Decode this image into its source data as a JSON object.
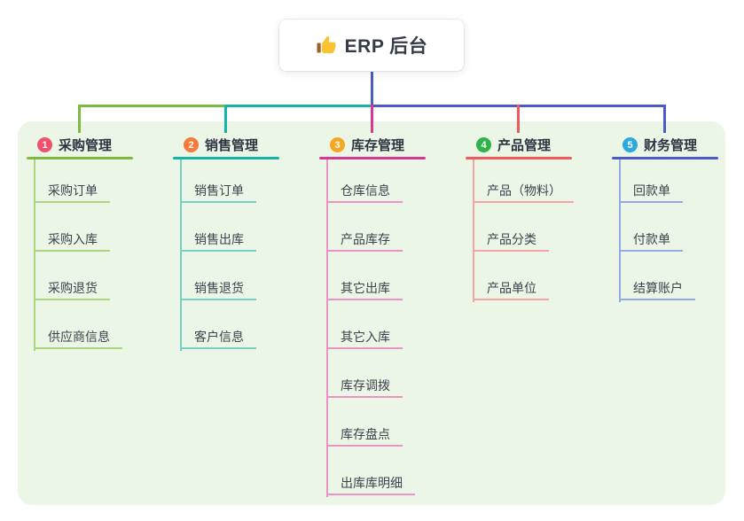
{
  "root": {
    "label": "ERP 后台",
    "icon": "thumbs-up",
    "line_color": "#4b5bc7"
  },
  "panel": {
    "background": "#ecf6e7"
  },
  "branches": [
    {
      "num": "1",
      "label": "采购管理",
      "badge_color": "#f0506c",
      "line_color": "#7dba3f",
      "child_line_color": "#a9d67e",
      "children": [
        "采购订单",
        "采购入库",
        "采购退货",
        "供应商信息"
      ]
    },
    {
      "num": "2",
      "label": "销售管理",
      "badge_color": "#f67a3c",
      "line_color": "#14b4a7",
      "child_line_color": "#74d1c6",
      "children": [
        "销售订单",
        "销售出库",
        "销售退货",
        "客户信息"
      ]
    },
    {
      "num": "3",
      "label": "库存管理",
      "badge_color": "#f6a723",
      "line_color": "#d6398f",
      "child_line_color": "#ec92c6",
      "children": [
        "仓库信息",
        "产品库存",
        "其它出库",
        "其它入库",
        "库存调拨",
        "库存盘点",
        "出库库明细"
      ]
    },
    {
      "num": "4",
      "label": "产品管理",
      "badge_color": "#30b34b",
      "line_color": "#f15a5d",
      "child_line_color": "#f7a3a4",
      "children": [
        "产品（物料）",
        "产品分类",
        "产品单位"
      ]
    },
    {
      "num": "5",
      "label": "财务管理",
      "badge_color": "#2ba9de",
      "line_color": "#4b5bc7",
      "child_line_color": "#94a9e8",
      "children": [
        "回款单",
        "付款单",
        "结算账户"
      ]
    }
  ]
}
